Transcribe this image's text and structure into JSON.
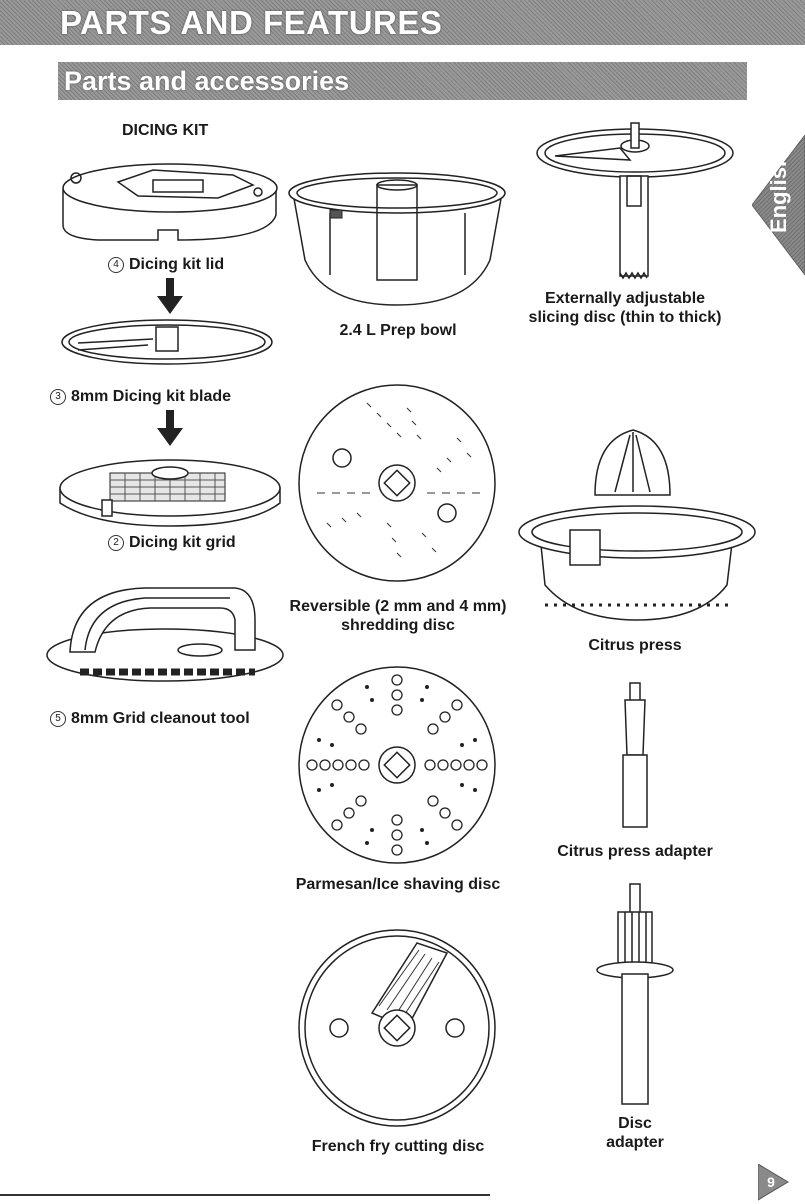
{
  "header": {
    "title": "PARTS AND FEATURES"
  },
  "section": {
    "title": "Parts and accessories"
  },
  "side_tab": {
    "language": "English"
  },
  "page": {
    "number": "9"
  },
  "dicing_kit": {
    "heading": "DICING KIT",
    "lid": {
      "num": "4",
      "label": "Dicing kit lid"
    },
    "blade": {
      "num": "3",
      "label": "8mm Dicing kit blade"
    },
    "grid": {
      "num": "2",
      "label": "Dicing kit grid"
    },
    "cleanout": {
      "num": "5",
      "label": "8mm Grid cleanout tool"
    }
  },
  "center": {
    "bowl": "2.4 L Prep bowl",
    "shredding_line1": "Reversible (2 mm and 4 mm)",
    "shredding_line2": "shredding disc",
    "parmesan": "Parmesan/Ice shaving disc",
    "french_fry": "French fry cutting disc"
  },
  "right": {
    "slicing_line1": "Externally adjustable",
    "slicing_line2": "slicing disc (thin to thick)",
    "citrus_press": "Citrus press",
    "citrus_adapter": "Citrus press adapter",
    "disc_adapter_line1": "Disc",
    "disc_adapter_line2": "adapter"
  }
}
